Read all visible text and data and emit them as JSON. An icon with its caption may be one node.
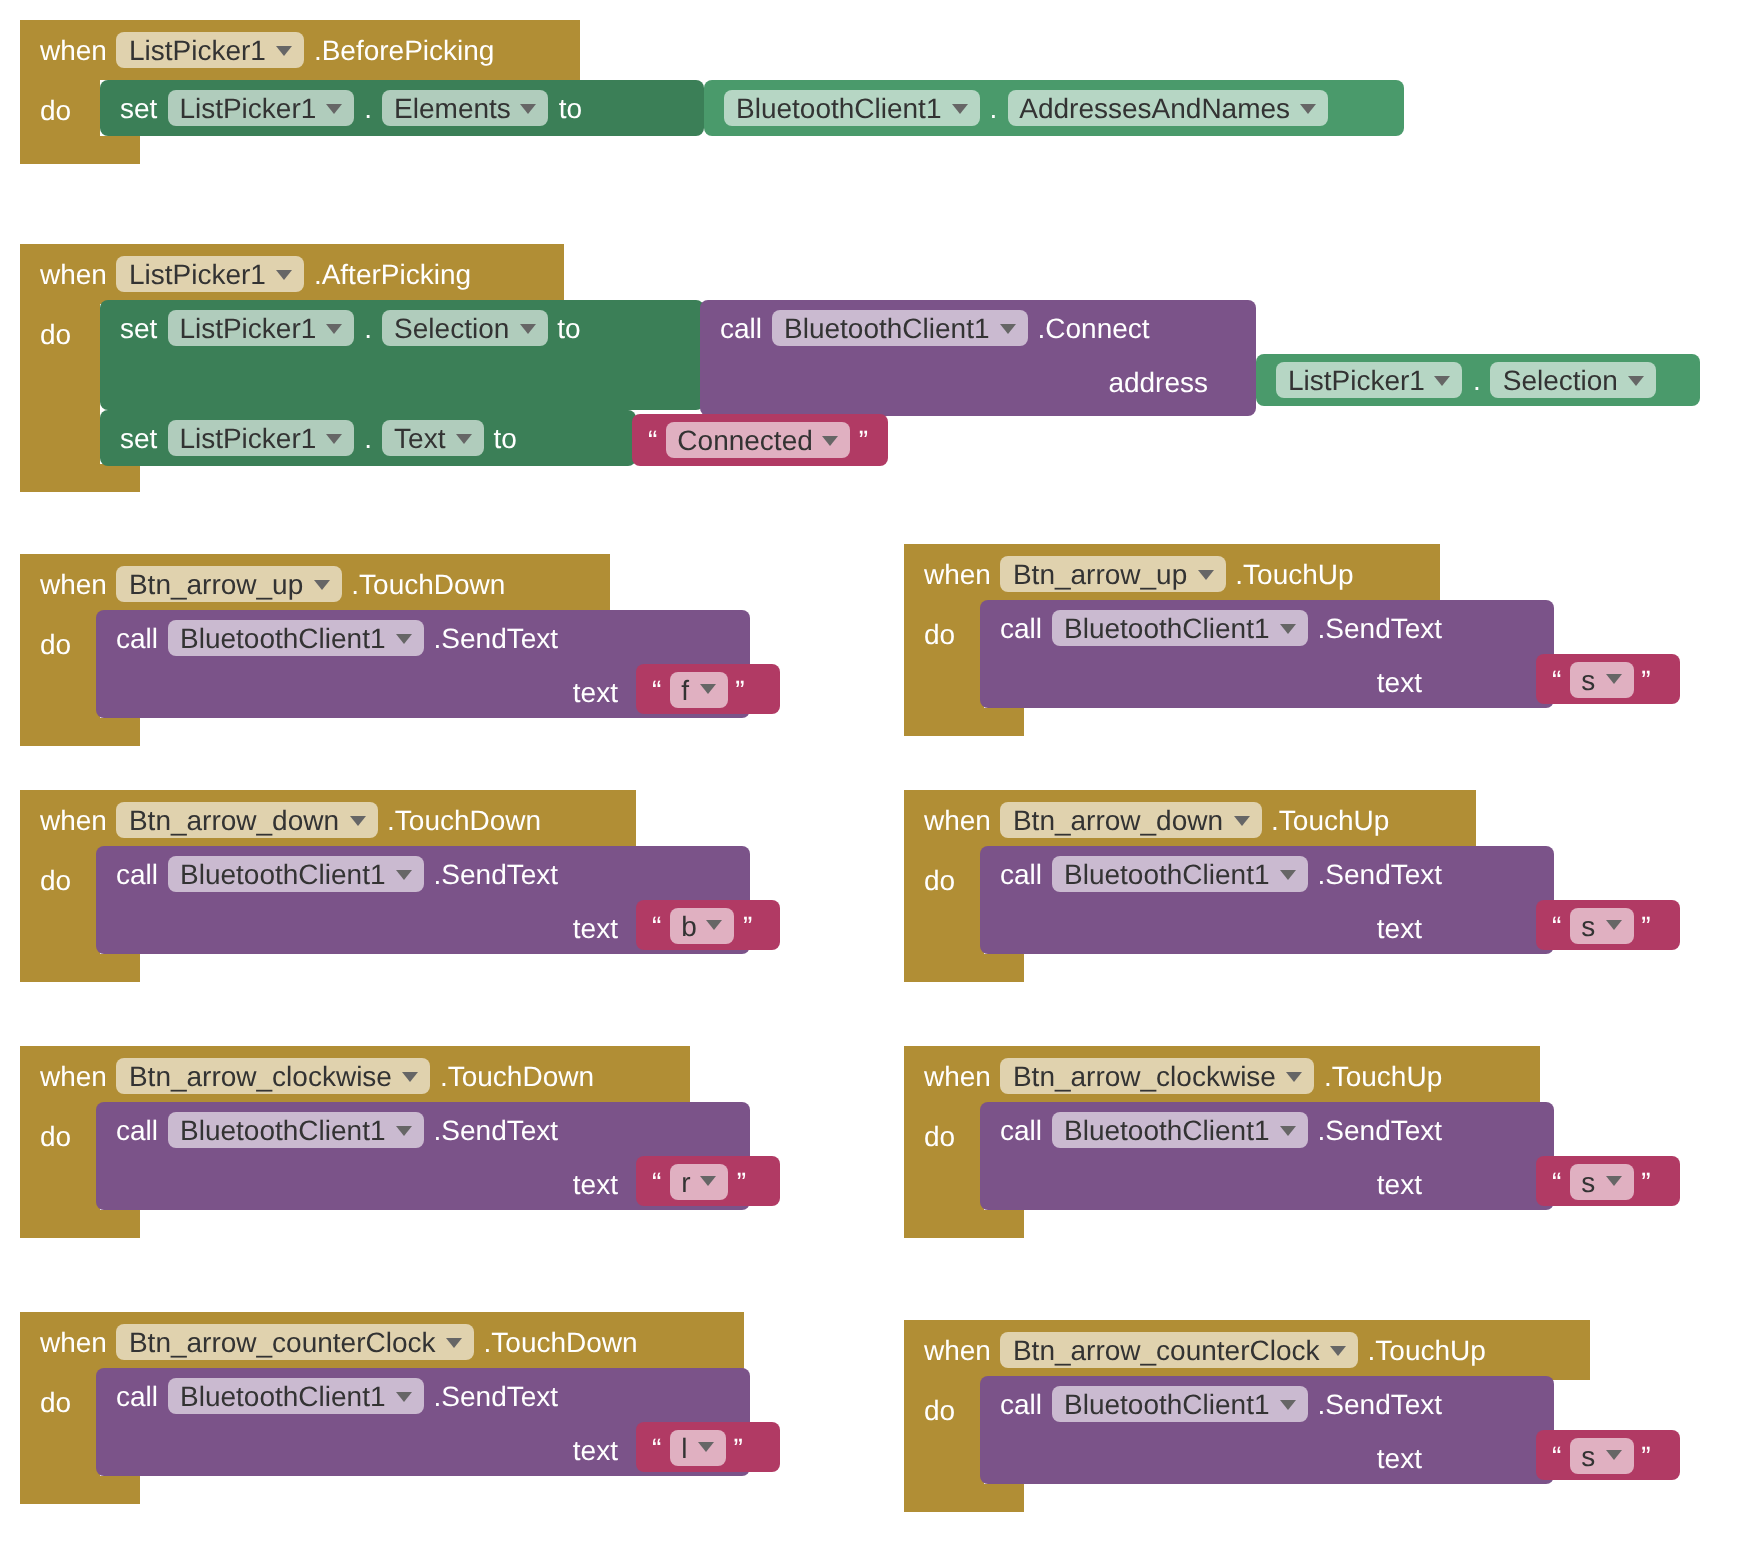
{
  "diagram": {
    "nodes": [
      {
        "text": [
          "when",
          "ListPicker1",
          ".BeforePicking",
          "do"
        ]
      },
      {
        "text": [
          "set",
          "ListPicker1",
          ".",
          "Elements",
          "to"
        ]
      },
      {
        "text": [
          "BluetoothClient1",
          ".",
          "AddressesAndNames"
        ]
      },
      {
        "text": [
          "when",
          "ListPicker1",
          ".AfterPicking",
          "do"
        ]
      },
      {
        "text": [
          "set",
          "ListPicker1",
          ".",
          "Selection",
          "to"
        ]
      },
      {
        "text": [
          "call",
          "BluetoothClient1",
          ".Connect",
          "address"
        ]
      },
      {
        "text": [
          "ListPicker1",
          ".",
          "Selection"
        ]
      },
      {
        "text": [
          "set",
          "ListPicker1",
          ".",
          "Text",
          "to"
        ]
      },
      {
        "text": [
          "“",
          "Connected",
          "”"
        ]
      },
      {
        "text": [
          "when",
          "Btn_arrow_up",
          ".TouchDown",
          "do"
        ]
      },
      {
        "text": [
          "call",
          "BluetoothClient1",
          ".SendText",
          "text"
        ]
      },
      {
        "text": [
          "“",
          "f",
          "”"
        ]
      },
      {
        "text": [
          "when",
          "Btn_arrow_up",
          ".TouchUp",
          "do"
        ]
      },
      {
        "text": [
          "call",
          "BluetoothClient1",
          ".SendText",
          "text"
        ]
      },
      {
        "text": [
          "“",
          "s",
          "”"
        ]
      },
      {
        "text": [
          "when",
          "Btn_arrow_down",
          ".TouchDown",
          "do"
        ]
      },
      {
        "text": [
          "call",
          "BluetoothClient1",
          ".SendText",
          "text"
        ]
      },
      {
        "text": [
          "“",
          "b",
          "”"
        ]
      },
      {
        "text": [
          "when",
          "Btn_arrow_down",
          ".TouchUp",
          "do"
        ]
      },
      {
        "text": [
          "call",
          "BluetoothClient1",
          ".SendText",
          "text"
        ]
      },
      {
        "text": [
          "“",
          "s",
          "”"
        ]
      },
      {
        "text": [
          "when",
          "Btn_arrow_clockwise",
          ".TouchDown",
          "do"
        ]
      },
      {
        "text": [
          "call",
          "BluetoothClient1",
          ".SendText",
          "text"
        ]
      },
      {
        "text": [
          "“",
          "r",
          "”"
        ]
      },
      {
        "text": [
          "when",
          "Btn_arrow_clockwise",
          ".TouchUp",
          "do"
        ]
      },
      {
        "text": [
          "call",
          "BluetoothClient1",
          ".SendText",
          "text"
        ]
      },
      {
        "text": [
          "“",
          "s",
          "”"
        ]
      },
      {
        "text": [
          "when",
          "Btn_arrow_counterClock",
          ".TouchDown",
          "do"
        ]
      },
      {
        "text": [
          "call",
          "BluetoothClient1",
          ".SendText",
          "text"
        ]
      },
      {
        "text": [
          "“",
          "l",
          "”"
        ]
      },
      {
        "text": [
          "when",
          "Btn_arrow_counterClock",
          ".TouchUp",
          "do"
        ]
      },
      {
        "text": [
          "call",
          "BluetoothClient1",
          ".SendText",
          "text"
        ]
      },
      {
        "text": [
          "“",
          "s",
          "”"
        ]
      }
    ]
  }
}
